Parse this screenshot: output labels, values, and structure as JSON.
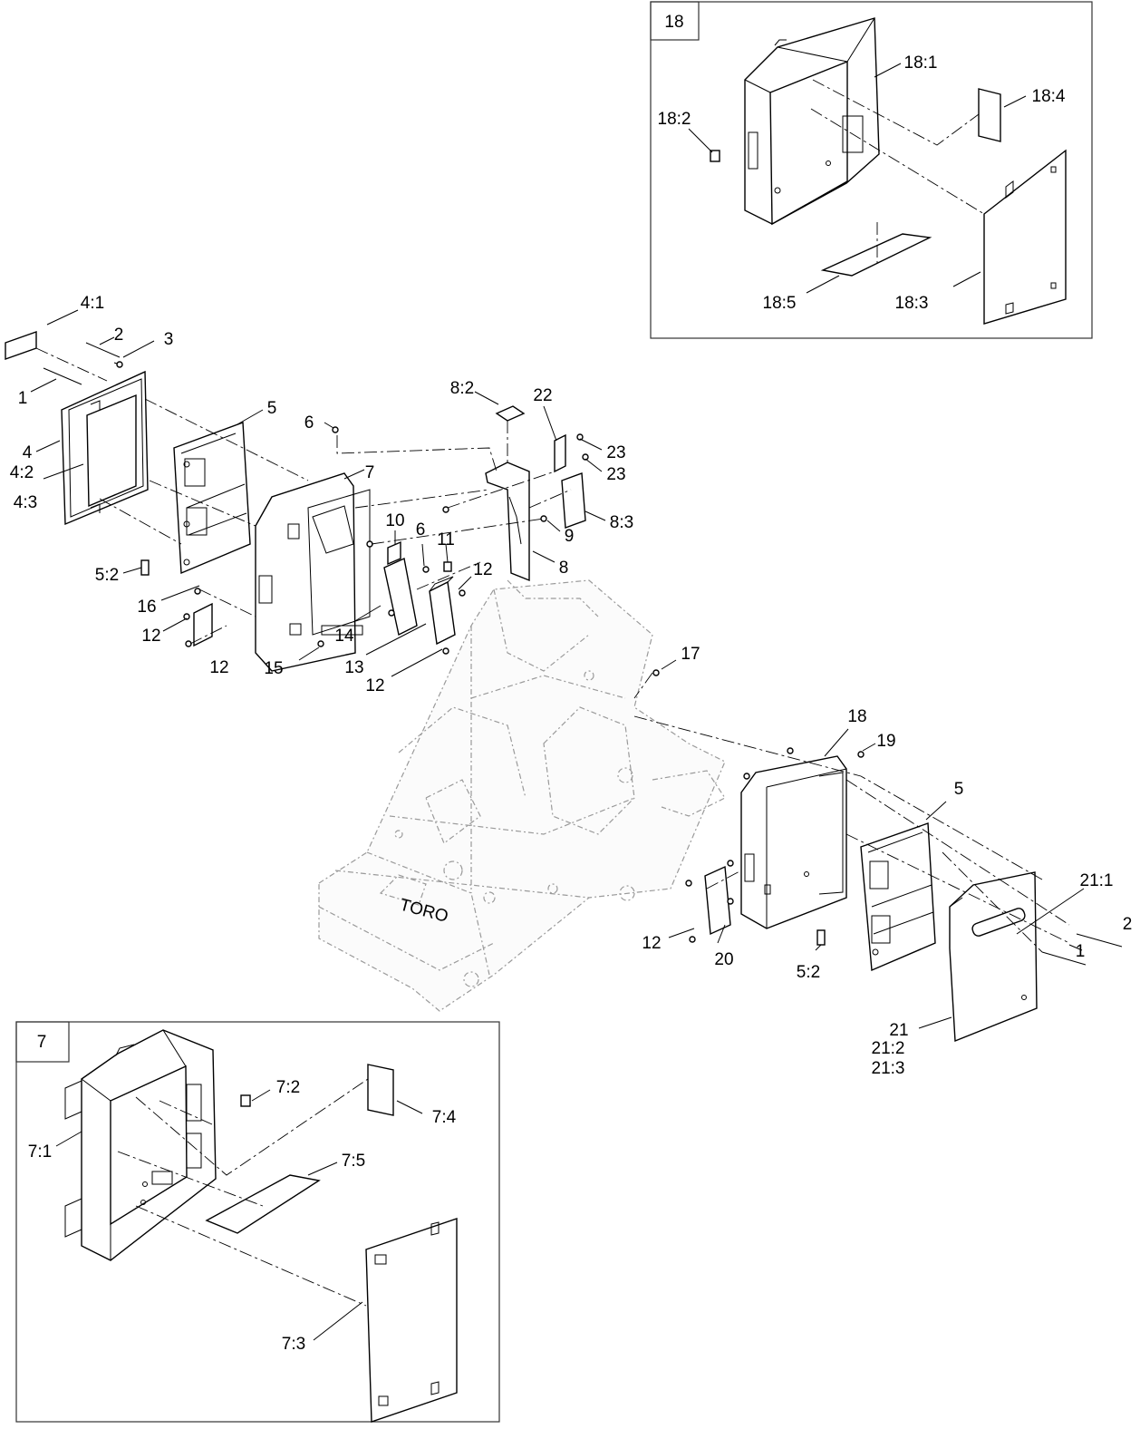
{
  "detail_views": [
    {
      "id": "detail-18",
      "tag": "18"
    },
    {
      "id": "detail-7",
      "tag": "7"
    }
  ],
  "callouts": {
    "c4_1": "4:1",
    "c2a": "2",
    "c3": "3",
    "c1a": "1",
    "c4": "4",
    "c4_2": "4:2",
    "c4_3": "4:3",
    "c5a": "5",
    "c5_2a": "5:2",
    "c16": "16",
    "c12a": "12",
    "c12b": "12",
    "c6a": "6",
    "c7": "7",
    "c10": "10",
    "c6b": "6",
    "c11": "11",
    "c12c": "12",
    "c14": "14",
    "c15": "15",
    "c13": "13",
    "c12d": "12",
    "c8_2": "8:2",
    "c22": "22",
    "c23a": "23",
    "c23b": "23",
    "c8_3": "8:3",
    "c9": "9",
    "c8": "8",
    "c17": "17",
    "c18": "18",
    "c19": "19",
    "c5b": "5",
    "c21_1": "21:1",
    "c2b": "2",
    "c1b": "1",
    "c12e": "12",
    "c20": "20",
    "c5_2b": "5:2",
    "c21": "21",
    "c21_2": "21:2",
    "c21_3": "21:3",
    "c18_1": "18:1",
    "c18_2": "18:2",
    "c18_4": "18:4",
    "c18_5": "18:5",
    "c18_3": "18:3",
    "c7_2": "7:2",
    "c7_4": "7:4",
    "c7_1": "7:1",
    "c7_5": "7:5",
    "c7_3": "7:3"
  },
  "logo_text": "TORO"
}
